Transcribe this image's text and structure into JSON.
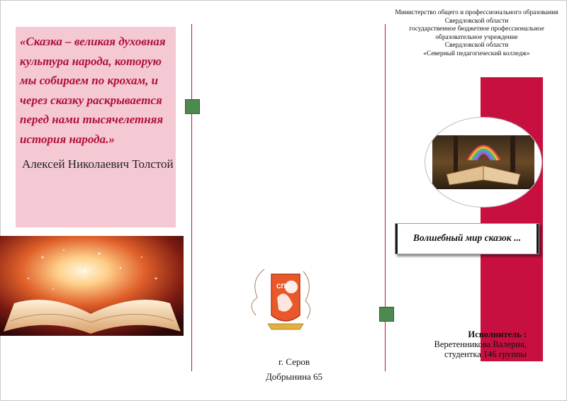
{
  "quote": {
    "text": "«Сказка – великая духовная культура народа, которую мы собираем по крохам, и через сказку раскрывается перед нами тысячелетняя история народа.»",
    "author": "Алексей Николаевич Толстой"
  },
  "address": {
    "city": "г. Серов",
    "street": "Добрынина 65"
  },
  "ministry": {
    "lines": [
      "Министерство общего и профессионального образования",
      "Свердловской области",
      "государственное бюджетное профессиональное",
      "образовательное учреждение",
      "Свердловской области",
      "«Северный педагогический колледж»"
    ]
  },
  "brochure_title": "Волшебный мир сказок ...",
  "performer": {
    "label": "Исполнитель :",
    "name": "Веретенникова Валерия,",
    "role": "студентка 146 группы"
  },
  "logo": {
    "abbr": "СПК"
  },
  "colors": {
    "accent": "#c7103f",
    "pink": "#f5c9d3",
    "green": "#4d8a4d"
  }
}
